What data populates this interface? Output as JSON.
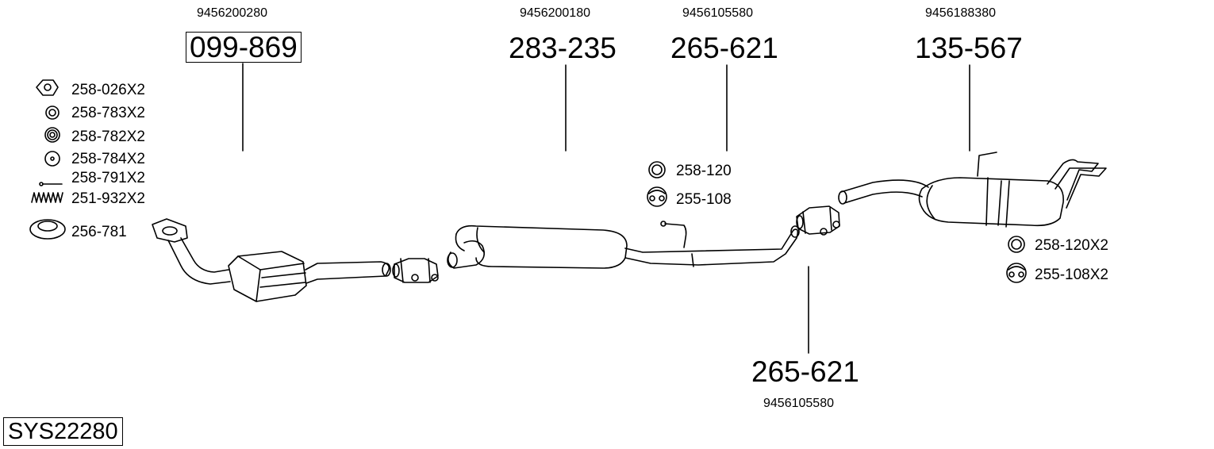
{
  "system_code": "SYS22280",
  "parts": [
    {
      "number": "099-869",
      "oem": "9456200280",
      "boxed": true
    },
    {
      "number": "283-235",
      "oem": "9456200180"
    },
    {
      "number": "265-621",
      "oem": "9456105580"
    },
    {
      "number": "135-567",
      "oem": "9456188380"
    },
    {
      "number": "265-621",
      "oem": "9456105580"
    }
  ],
  "accessories_left": [
    {
      "label": "258-026X2",
      "icon": "hex-nut-icon"
    },
    {
      "label": "258-783X2",
      "icon": "washer-ring-icon"
    },
    {
      "label": "258-782X2",
      "icon": "spring-washer-icon"
    },
    {
      "label": "258-784X2",
      "icon": "flat-washer-icon"
    },
    {
      "label": "258-791X2",
      "icon": "bolt-icon"
    },
    {
      "label": "251-932X2",
      "icon": "spring-icon"
    },
    {
      "label": "256-781",
      "icon": "gasket-ring-icon"
    }
  ],
  "accessories_mid": [
    {
      "label": "258-120",
      "icon": "rubber-ring-icon"
    },
    {
      "label": "255-108",
      "icon": "rubber-mount-icon"
    }
  ],
  "accessories_right": [
    {
      "label": "258-120X2",
      "icon": "rubber-ring-icon"
    },
    {
      "label": "255-108X2",
      "icon": "rubber-mount-icon"
    }
  ]
}
